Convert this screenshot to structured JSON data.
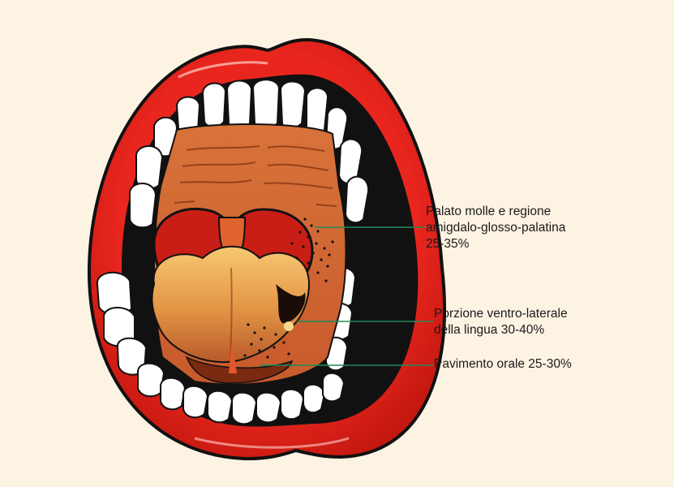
{
  "labels": {
    "soft_palate": {
      "line1": "Palato molle e regione",
      "line2": "amigdalo-glosso-palatina",
      "line3": "25-35%"
    },
    "tongue": {
      "line1": "Porzione ventro-laterale",
      "line2": "della lingua 30-40%"
    },
    "floor": {
      "line1": "Pavimento orale 25-30%"
    }
  },
  "colors": {
    "background": "#fdf3e3",
    "lips": "#e8261e",
    "leader_lines": "#1f8a5a"
  }
}
